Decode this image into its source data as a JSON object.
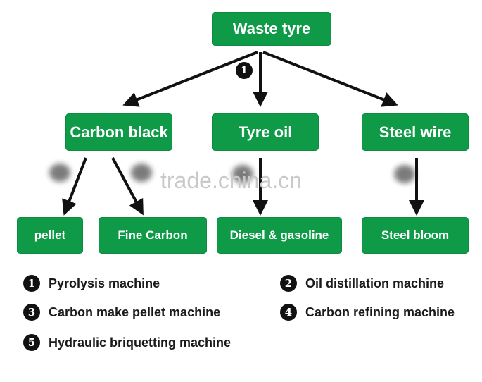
{
  "nodes": {
    "waste_tyre": "Waste tyre",
    "carbon_black": "Carbon black",
    "tyre_oil": "Tyre oil",
    "steel_wire": "Steel wire",
    "pellet": "pellet",
    "fine_carbon": "Fine Carbon",
    "diesel_gasoline": "Diesel & gasoline",
    "steel_bloom": "Steel bloom"
  },
  "arrow_badge": "1",
  "watermark": "trade.china.cn",
  "legend": [
    {
      "num": "1",
      "label": "Pyrolysis machine"
    },
    {
      "num": "2",
      "label": "Oil distillation machine"
    },
    {
      "num": "3",
      "label": "Carbon make pellet machine"
    },
    {
      "num": "4",
      "label": "Carbon refining machine"
    },
    {
      "num": "5",
      "label": "Hydraulic briquetting machine"
    }
  ],
  "colors": {
    "box": "#0f9a48",
    "text": "#ffffff",
    "arrow": "#111111"
  }
}
